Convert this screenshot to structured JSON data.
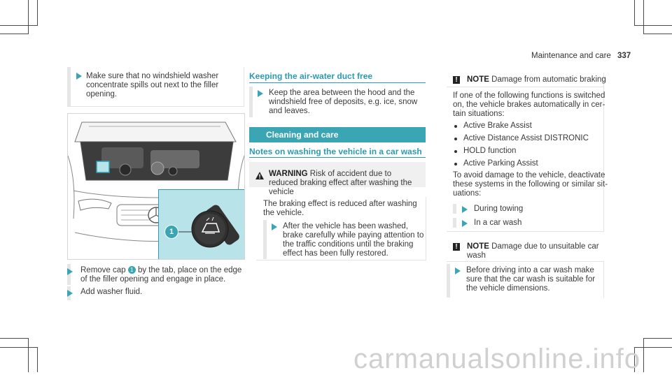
{
  "header": {
    "section": "Maintenance and care",
    "page_number": "337"
  },
  "left": {
    "step1": [
      "Make sure that no windshield washer",
      "concentrate spills out next to the filler",
      "opening."
    ],
    "step2_line1_a": "Remove cap ",
    "step2_line1_b": " by the tab, place on the edge",
    "step2_line2": "of the filler opening and engage in place.",
    "step3": "Add washer fluid.",
    "callout_number": "1"
  },
  "middle": {
    "heading": "Keeping the air-water duct free",
    "step1": [
      "Keep the area between the hood and the",
      "windshield free of deposits, e.g. ice, snow",
      "and leaves."
    ],
    "section_title": "Cleaning and care",
    "subheading": "Notes on washing the vehicle in a car wash",
    "warning_label": "WARNING",
    "warning_title": [
      "Risk of accident due to",
      "reduced braking effect after washing the",
      "vehicle"
    ],
    "warning_body": [
      "The braking effect is reduced after washing",
      "the vehicle."
    ],
    "warning_step": [
      "After the vehicle has been washed,",
      "brake carefully while paying attention to",
      "the traffic conditions until the braking",
      "effect has been fully restored."
    ]
  },
  "right": {
    "note1_label": "NOTE",
    "note1_title": "Damage from automatic braking",
    "note1_body": [
      "If one of the following functions is switched",
      "on, the vehicle brakes automatically in cer-",
      "tain situations:"
    ],
    "note1_list": [
      "Active Brake Assist",
      "Active Distance Assist DISTRONIC",
      "HOLD function",
      "Active Parking Assist"
    ],
    "note1_after": [
      "To avoid damage to the vehicle, deactivate",
      "these systems in the following or similar sit-",
      "uations:"
    ],
    "note1_steps": [
      "During towing",
      "In a car wash"
    ],
    "note2_label": "NOTE",
    "note2_title": [
      "Damage due to unsuitable car",
      "wash"
    ],
    "note2_step": [
      "Before driving into a car wash make",
      "sure that the car wash is suitable for",
      "the vehicle dimensions."
    ]
  },
  "watermark": "carmanualsonline.info",
  "colors": {
    "accent": "#3aa6b3",
    "heading": "#2a9bb0",
    "inset_bg": "#b8e3e8"
  }
}
